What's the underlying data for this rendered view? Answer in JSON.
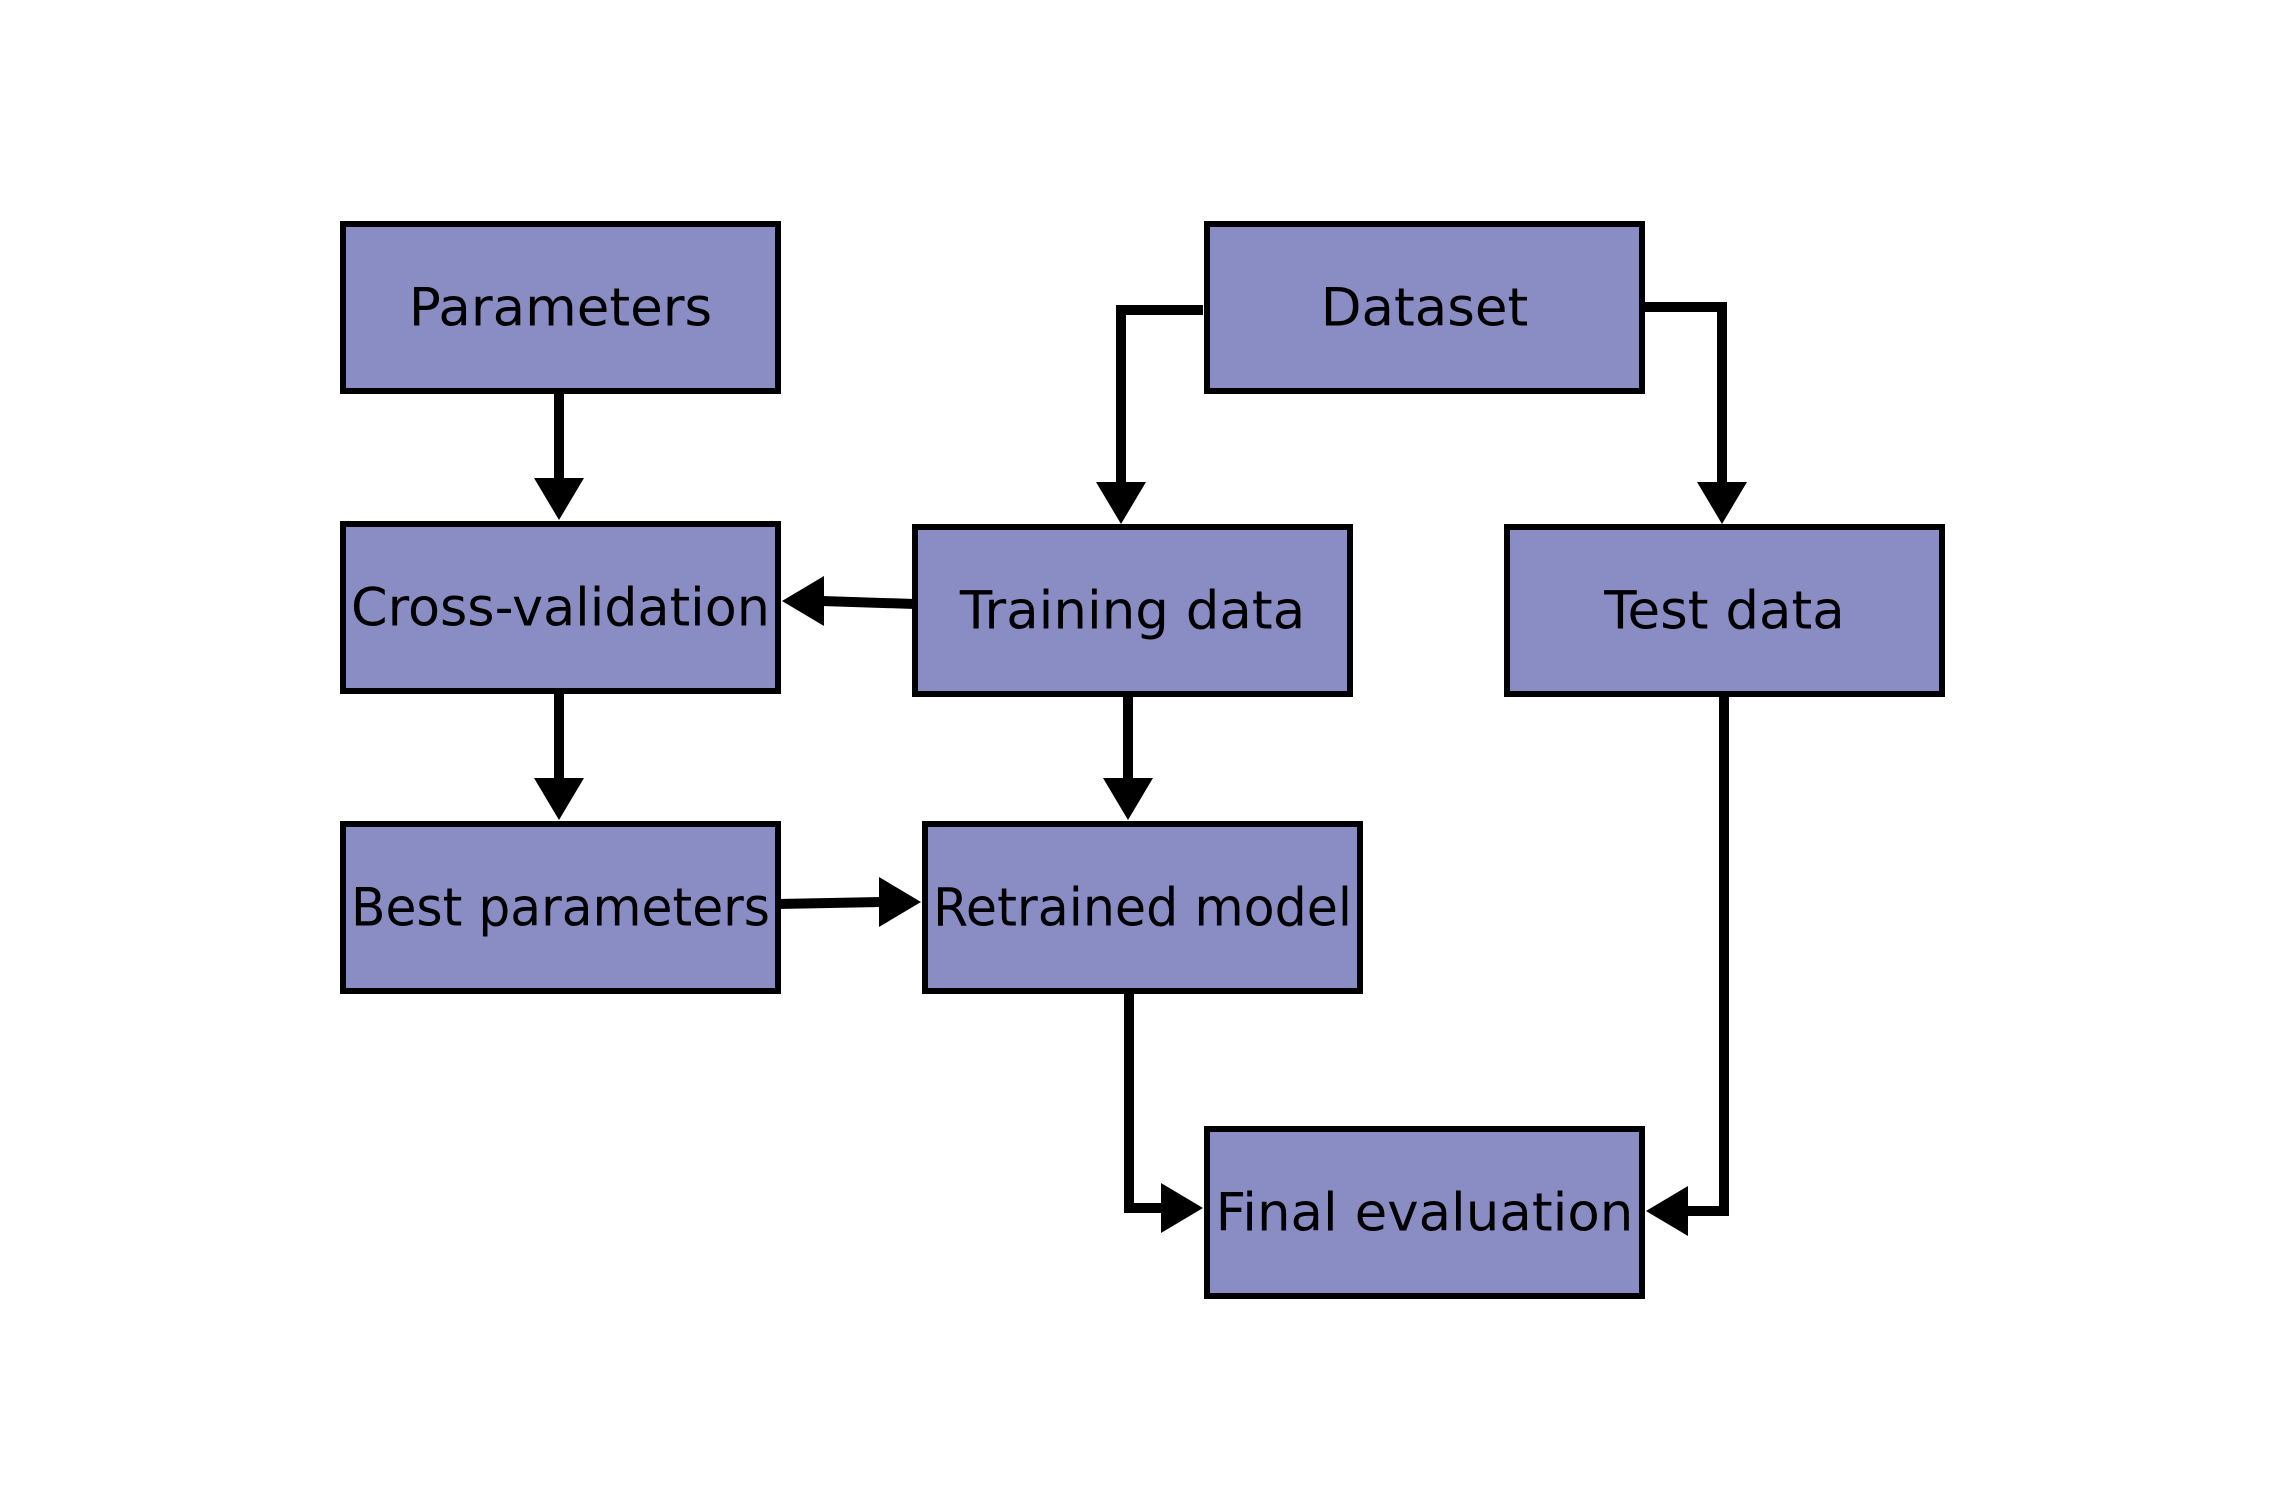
{
  "diagram": {
    "colors": {
      "node_fill": "#8a8cc4",
      "node_stroke": "#000000",
      "edge": "#000000",
      "background": "#ffffff"
    },
    "nodes": [
      {
        "id": "parameters",
        "label": "Parameters"
      },
      {
        "id": "dataset",
        "label": "Dataset"
      },
      {
        "id": "cross_validation",
        "label": "Cross-validation"
      },
      {
        "id": "training_data",
        "label": "Training data"
      },
      {
        "id": "test_data",
        "label": "Test data"
      },
      {
        "id": "best_parameters",
        "label": "Best parameters"
      },
      {
        "id": "retrained_model",
        "label": "Retrained model"
      },
      {
        "id": "final_evaluation",
        "label": "Final evaluation"
      }
    ],
    "edges": [
      {
        "from": "parameters",
        "to": "cross_validation"
      },
      {
        "from": "dataset",
        "to": "training_data"
      },
      {
        "from": "dataset",
        "to": "test_data"
      },
      {
        "from": "training_data",
        "to": "cross_validation"
      },
      {
        "from": "cross_validation",
        "to": "best_parameters"
      },
      {
        "from": "training_data",
        "to": "retrained_model"
      },
      {
        "from": "best_parameters",
        "to": "retrained_model"
      },
      {
        "from": "retrained_model",
        "to": "final_evaluation"
      },
      {
        "from": "test_data",
        "to": "final_evaluation"
      }
    ]
  }
}
